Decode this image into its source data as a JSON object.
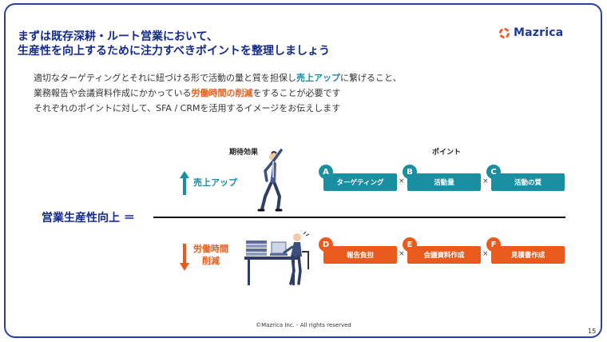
{
  "title": {
    "line1": "まずは既存深耕・ルート営業において、",
    "line2": "生産性を向上するために注力すべきポイントを整理しましょう"
  },
  "logo": {
    "text": "Mazrica"
  },
  "body": {
    "line1_a": "適切なターゲティングとそれに紐づける形で活動の量と質を担保し",
    "line1_hl": "売上アップ",
    "line1_b": "に繋げること、",
    "line2_a": "業務報告や会議資料作成にかかっている",
    "line2_hl": "労働時間の削減",
    "line2_b": "をすることが必要です",
    "line3": "それぞれのポイントに対して、SFA / CRMを活用するイメージをお伝えします"
  },
  "headers": {
    "effect": "期待効果",
    "points": "ポイント"
  },
  "equation": "営業生産性向上 ＝",
  "effects": {
    "up": "売上アップ",
    "down_line1": "労働時間",
    "down_line2": "削減"
  },
  "points": {
    "top": [
      {
        "badge": "A",
        "label": "ターゲティング"
      },
      {
        "badge": "B",
        "label": "活動量"
      },
      {
        "badge": "C",
        "label": "活動の質"
      }
    ],
    "bottom": [
      {
        "badge": "D",
        "label": "報告負担"
      },
      {
        "badge": "E",
        "label": "会議資料作成"
      },
      {
        "badge": "F",
        "label": "見積書作成"
      }
    ],
    "operator": "×"
  },
  "colors": {
    "navy": "#142b8c",
    "teal": "#1b8fa2",
    "orange": "#ea5a1c"
  },
  "footer": "©Mazrica Inc. - All rights reserved",
  "page_number": "15"
}
